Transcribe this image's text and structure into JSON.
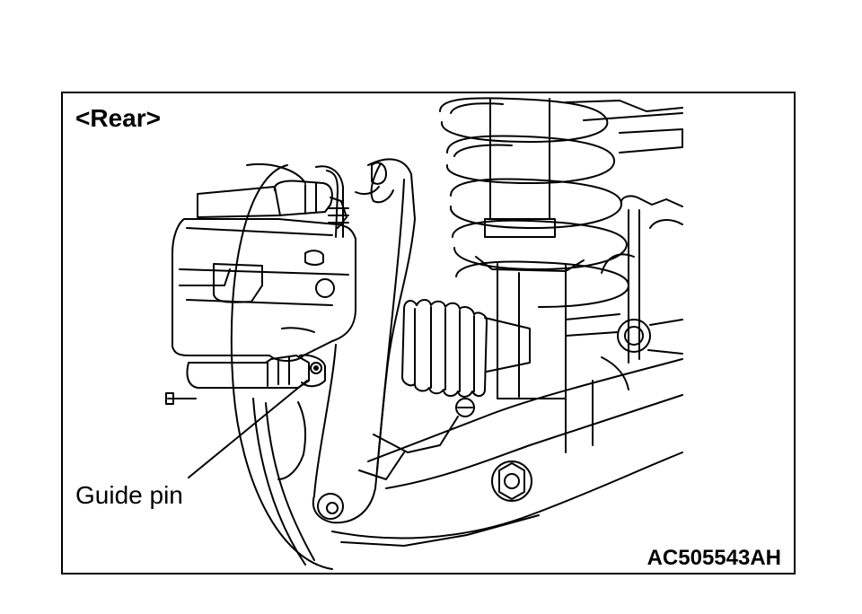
{
  "figure": {
    "view_label": "<Rear>",
    "callout_label": "Guide pin",
    "figure_code": "AC505543AH"
  },
  "colors": {
    "line": "#000000",
    "background": "#ffffff"
  },
  "drawing_parts": [
    "brake-disc",
    "brake-caliper",
    "guide-pin",
    "knuckle",
    "drive-shaft-boot",
    "coil-spring",
    "shock-absorber",
    "stabilizer-link",
    "lower-arm",
    "bolt"
  ]
}
